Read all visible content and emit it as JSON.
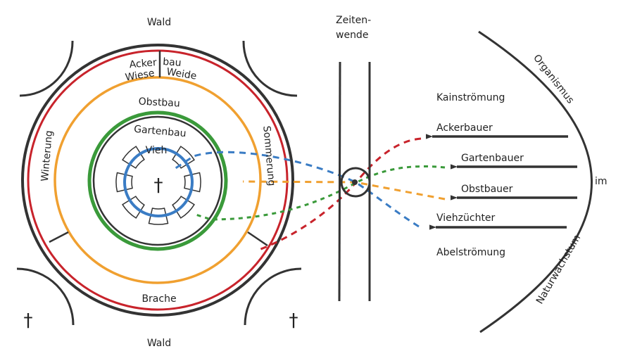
{
  "colors": {
    "ink": "#333333",
    "red": "#c8232b",
    "orange": "#f0a030",
    "green": "#3a9a3a",
    "blue": "#3a7cc4"
  },
  "left": {
    "wald_top": "Wald",
    "wald_bottom": "Wald",
    "ackerbau_1": "Acker",
    "ackerbau_2": "bau",
    "wiese": "Wiese",
    "weide": "Weide",
    "obstbau": "Obstbau",
    "gartenbau": "Gartenbau",
    "vieh": "Vieh",
    "winterung": "Winterung",
    "sommerung": "Sommerung",
    "brache": "Brache",
    "cross": "†"
  },
  "middle": {
    "zeiten_1": "Zeiten-",
    "zeiten_2": "wende"
  },
  "right": {
    "kain": "Kainströmung",
    "ackerbauer": "Ackerbauer",
    "gartenbauer": "Gartenbauer",
    "obstbauer": "Obstbauer",
    "viehzuechter": "Viehzüchter",
    "abel": "Abelströmung",
    "organismus": "Organismus",
    "im": "im",
    "naturwachstum": "Naturwachstum"
  }
}
